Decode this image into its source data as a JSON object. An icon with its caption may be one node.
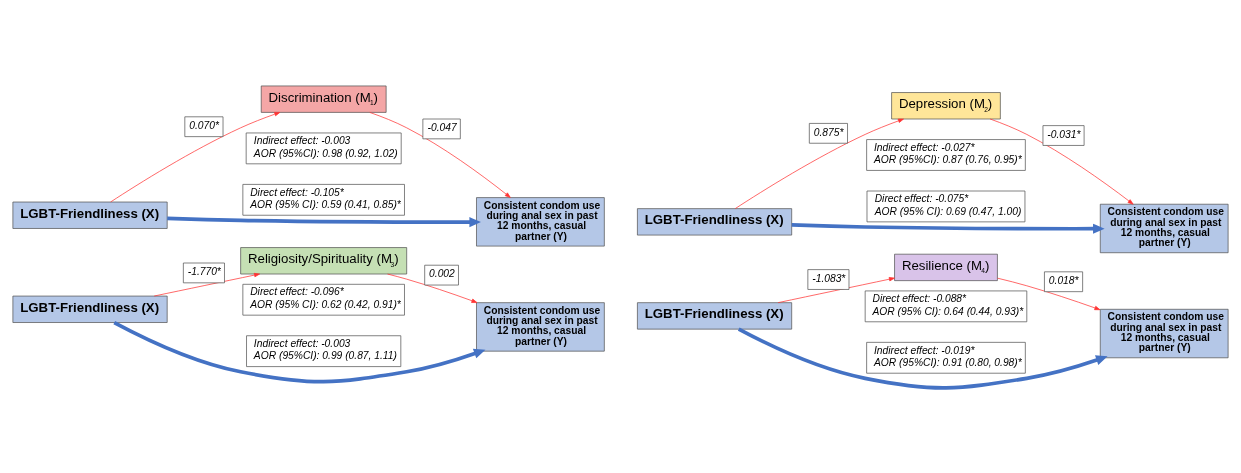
{
  "diagram": {
    "nodes": [
      {
        "text": [
          "Discrimination (M$_{1}$)"
        ]
      },
      {
        "text": [
          "LGBT-Friendliness (X)"
        ]
      },
      {
        "text": [
          "Indirect effect: -0.003",
          "AOR (95%CI): 0.98 (0.92, 1.02)"
        ]
      },
      {
        "text": [
          "Consistent condom use during anal sex in past 12 months, casual partner (Y)"
        ]
      },
      {
        "text": [
          "Direct effect: -0.105*",
          "AOR (95% CI): 0.59 (0.41, 0.85)*"
        ]
      },
      {
        "text": [
          "Depression (M$_{2}$)"
        ]
      },
      {
        "text": [
          "LGBT-Friendliness (X)"
        ]
      },
      {
        "text": [
          "Indirect effect: -0.027*",
          "AOR (95%CI): 0.87 (0.76, 0.95)*"
        ]
      },
      {
        "text": [
          "Consistent condom use during anal sex in past 12 months, casual partner (Y)"
        ]
      },
      {
        "text": [
          "Direct effect: -0.075*",
          "AOR (95% CI): 0.69 (0.47, 1.00)"
        ]
      },
      {
        "text": [
          "Religiosity/Spirituality (M$_{3}$)"
        ]
      },
      {
        "text": [
          "LGBT-Friendliness (X)"
        ]
      },
      {
        "text": [
          "Indirect effect: -0.003",
          "AOR (95%CI): 0.99 (0.87, 1.11)"
        ]
      },
      {
        "text": [
          "Consistent condom use during anal sex in past 12 months, casual partner (Y)"
        ]
      },
      {
        "text": [
          "Direct effect: -0.096*",
          "AOR (95% CI): 0.62 (0.42, 0.91)*"
        ]
      },
      {
        "text": [
          "Resilience (M$_{4}$)"
        ]
      },
      {
        "text": [
          "LGBT-Friendliness (X)"
        ]
      },
      {
        "text": [
          "Indirect effect: -0.019*",
          "AOR (95%CI): 0.91 (0.80, 0.98)*"
        ]
      },
      {
        "text": [
          "Consistent condom use during anal sex in past 12 months, casual partner (Y)"
        ]
      },
      {
        "text": [
          "Direct effect: -0.088*",
          "AOR (95% CI): 0.64 (0.44, 0.93)*"
        ]
      }
    ],
    "edges": [
      {
        "from": 1,
        "to": 0,
        "arrow": "to",
        "label": "0.070*"
      },
      {
        "from": 0,
        "to": 3,
        "arrow": "to",
        "label": "-0.047"
      },
      {
        "from": 1,
        "to": 3,
        "arrow": "to",
        "style": "thick",
        "color": "#4472c4"
      },
      {
        "from": 6,
        "to": 5,
        "arrow": "to",
        "label": "0.875*"
      },
      {
        "from": 5,
        "to": 8,
        "arrow": "to",
        "label": "-0.031*"
      },
      {
        "from": 6,
        "to": 8,
        "arrow": "to",
        "style": "thick",
        "color": "#4472c4"
      },
      {
        "from": 11,
        "to": 10,
        "arrow": "to",
        "label": "-1.770*"
      },
      {
        "from": 10,
        "to": 13,
        "arrow": "to",
        "label": "0.002"
      },
      {
        "from": 11,
        "to": 13,
        "arrow": "to",
        "style": "thick",
        "color": "#4472c4"
      },
      {
        "from": 16,
        "to": 15,
        "arrow": "to",
        "label": "-1.083*"
      },
      {
        "from": 15,
        "to": 18,
        "arrow": "to",
        "label": "0.018*"
      },
      {
        "from": 16,
        "to": 18,
        "arrow": "to",
        "style": "thick",
        "color": "#4472c4"
      }
    ]
  }
}
